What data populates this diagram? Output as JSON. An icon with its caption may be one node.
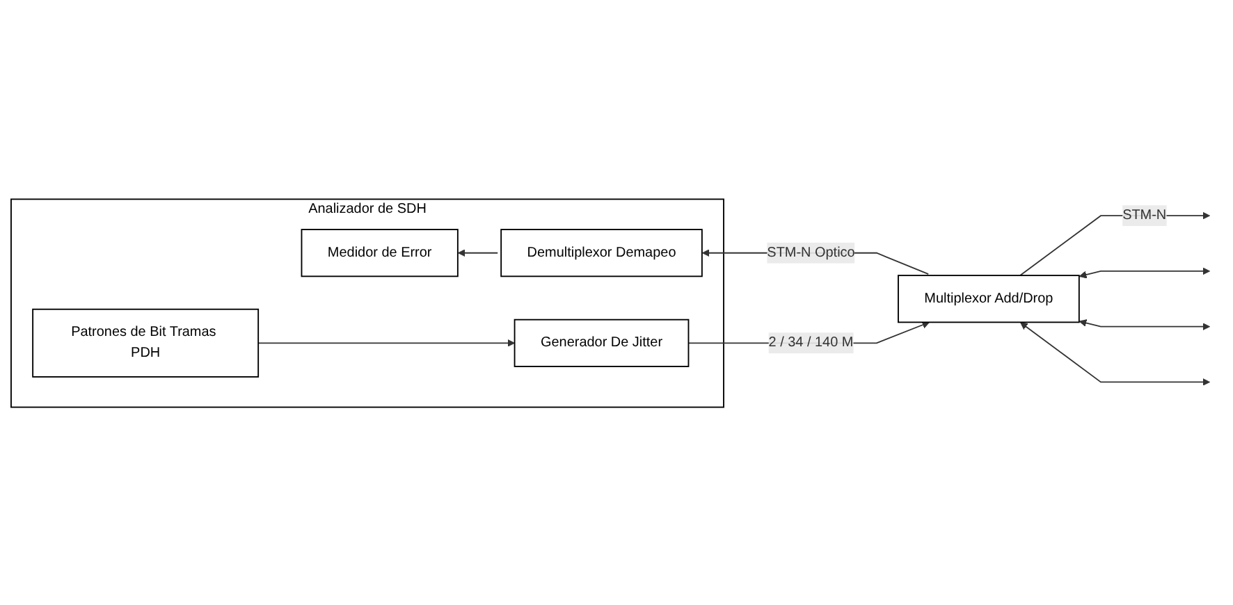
{
  "diagram": {
    "nodes": [
      {
        "text": [
          "Analizador de SDH"
        ]
      },
      {
        "text": [
          "Medidor de Error"
        ],
        "in": 0
      },
      {
        "text": [
          "Demultiplexor Demapeo"
        ],
        "in": 0
      },
      {
        "text": [
          "Patrones de Bit Tramas PDH"
        ],
        "in": 0
      },
      {
        "text": [
          "Generador De Jitter"
        ],
        "in": 0
      },
      {
        "text": [
          "Multiplexor Add/Drop"
        ]
      }
    ],
    "edges": [
      {
        "from": 5,
        "to": 2,
        "arrow": "to",
        "label": "STM-N Optico"
      },
      {
        "from": 2,
        "to": 1,
        "arrow": "to"
      },
      {
        "from": 5,
        "to": null,
        "arrow": "to",
        "label": "STM-N"
      },
      {
        "from": 3,
        "to": 4,
        "arrow": "to"
      },
      {
        "from": 4,
        "to": 5,
        "arrow": "to",
        "label": "2 / 34 / 140 M"
      },
      {
        "from": 5,
        "to": null,
        "arrow": "both"
      },
      {
        "from": 5,
        "to": null,
        "arrow": "both"
      },
      {
        "from": 5,
        "to": null,
        "arrow": "both"
      }
    ]
  }
}
